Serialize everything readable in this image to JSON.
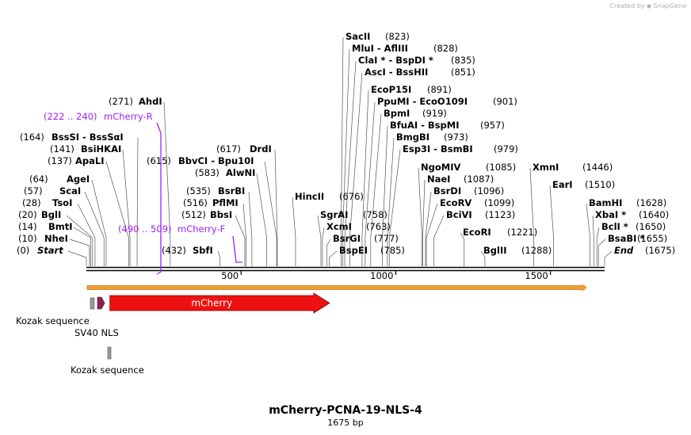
{
  "credit": {
    "prefix": "Created by",
    "brand": "SnapGene"
  },
  "map": {
    "title": "mCherry-PCNA-19-NLS-4",
    "length_label": "1675 bp",
    "length": 1675,
    "ticks": [
      {
        "pos": 500,
        "label": "500"
      },
      {
        "pos": 1000,
        "label": "1000"
      },
      {
        "pos": 1500,
        "label": "1500"
      }
    ],
    "sites": [
      {
        "pos": 0,
        "name": "Start",
        "num": "(0)",
        "italic": true
      },
      {
        "pos": 10,
        "name": "NheI",
        "num": "(10)"
      },
      {
        "pos": 14,
        "name": "BmtI",
        "num": "(14)"
      },
      {
        "pos": 20,
        "name": "BglI",
        "num": "(20)"
      },
      {
        "pos": 28,
        "name": "TsoI",
        "num": "(28)"
      },
      {
        "pos": 57,
        "name": "ScaI",
        "num": "(57)"
      },
      {
        "pos": 64,
        "name": "AgeI",
        "num": "(64)"
      },
      {
        "pos": 137,
        "name": "ApaLI",
        "num": "(137)"
      },
      {
        "pos": 141,
        "name": "BsiHKAI",
        "num": "(141)"
      },
      {
        "pos": 164,
        "name": "BssSI  - BssSαI",
        "num": "(164)"
      },
      {
        "pos": 271,
        "name": "AhdI",
        "num": "(271)"
      },
      {
        "pos": 615,
        "name": "BbvCI  - Bpu10I",
        "num": "(615)"
      },
      {
        "pos": 617,
        "name": "DrdI",
        "num": "(617)"
      },
      {
        "pos": 583,
        "name": "AlwNI",
        "num": "(583)"
      },
      {
        "pos": 535,
        "name": "BsrBI",
        "num": "(535)"
      },
      {
        "pos": 516,
        "name": "PflMI",
        "num": "(516)"
      },
      {
        "pos": 512,
        "name": "BbsI",
        "num": "(512)"
      },
      {
        "pos": 432,
        "name": "SbfI",
        "num": "(432)"
      },
      {
        "pos": 823,
        "name": "SacII",
        "num": "(823)"
      },
      {
        "pos": 828,
        "name": "MluI  - AflIII",
        "num": "(828)"
      },
      {
        "pos": 835,
        "name": "ClaI *  - BspDI *",
        "num": "(835)"
      },
      {
        "pos": 851,
        "name": "AscI  - BssHII",
        "num": "(851)"
      },
      {
        "pos": 891,
        "name": "EcoP15I",
        "num": "(891)"
      },
      {
        "pos": 901,
        "name": "PpuMI  - EcoO109I",
        "num": "(901)"
      },
      {
        "pos": 919,
        "name": "BpmI",
        "num": "(919)"
      },
      {
        "pos": 957,
        "name": "BfuAI  - BspMI",
        "num": "(957)"
      },
      {
        "pos": 973,
        "name": "BmgBI",
        "num": "(973)"
      },
      {
        "pos": 979,
        "name": "Esp3I  - BsmBI",
        "num": "(979)"
      },
      {
        "pos": 676,
        "name": "HincII",
        "num": "(676)"
      },
      {
        "pos": 758,
        "name": "SgrAI",
        "num": "(758)"
      },
      {
        "pos": 763,
        "name": "XcmI",
        "num": "(763)"
      },
      {
        "pos": 777,
        "name": "BsrGI",
        "num": "(777)"
      },
      {
        "pos": 785,
        "name": "BspEI",
        "num": "(785)"
      },
      {
        "pos": 1085,
        "name": "NgoMIV",
        "num": "(1085)"
      },
      {
        "pos": 1087,
        "name": "NaeI",
        "num": "(1087)"
      },
      {
        "pos": 1096,
        "name": "BsrDI",
        "num": "(1096)"
      },
      {
        "pos": 1099,
        "name": "EcoRV",
        "num": "(1099)"
      },
      {
        "pos": 1123,
        "name": "BciVI",
        "num": "(1123)"
      },
      {
        "pos": 1221,
        "name": "EcoRI",
        "num": "(1221)"
      },
      {
        "pos": 1288,
        "name": "BglII",
        "num": "(1288)"
      },
      {
        "pos": 1446,
        "name": "XmnI",
        "num": "(1446)"
      },
      {
        "pos": 1510,
        "name": "EarI",
        "num": "(1510)"
      },
      {
        "pos": 1628,
        "name": "BamHI",
        "num": "(1628)"
      },
      {
        "pos": 1640,
        "name": "XbaI *",
        "num": "(1640)"
      },
      {
        "pos": 1650,
        "name": "BclI *",
        "num": "(1650)"
      },
      {
        "pos": 1655,
        "name": "BsaBI *",
        "num": "(1655)"
      },
      {
        "pos": 1675,
        "name": "End",
        "num": "(1675)",
        "italic": true
      }
    ],
    "primers": [
      {
        "range": "(222 .. 240)",
        "name": "mCherry-R",
        "start": 222,
        "end": 240,
        "direction": "reverse"
      },
      {
        "range": "(490 .. 509)",
        "name": "mCherry-F",
        "start": 490,
        "end": 509,
        "direction": "forward"
      }
    ],
    "features": [
      {
        "name": "mCherry",
        "start": 76,
        "end": 786,
        "color": "#ee1111",
        "label_inside": true
      },
      {
        "name": "Kozak sequence",
        "start": 11,
        "end": 24,
        "color": "#999999"
      },
      {
        "name": "SV40 NLS",
        "start": 35,
        "end": 59,
        "color": "#8b2252"
      },
      {
        "name": "Kozak sequence",
        "start": 70,
        "end": 83,
        "color": "#999999"
      }
    ],
    "orf_color": "#f0a030"
  }
}
